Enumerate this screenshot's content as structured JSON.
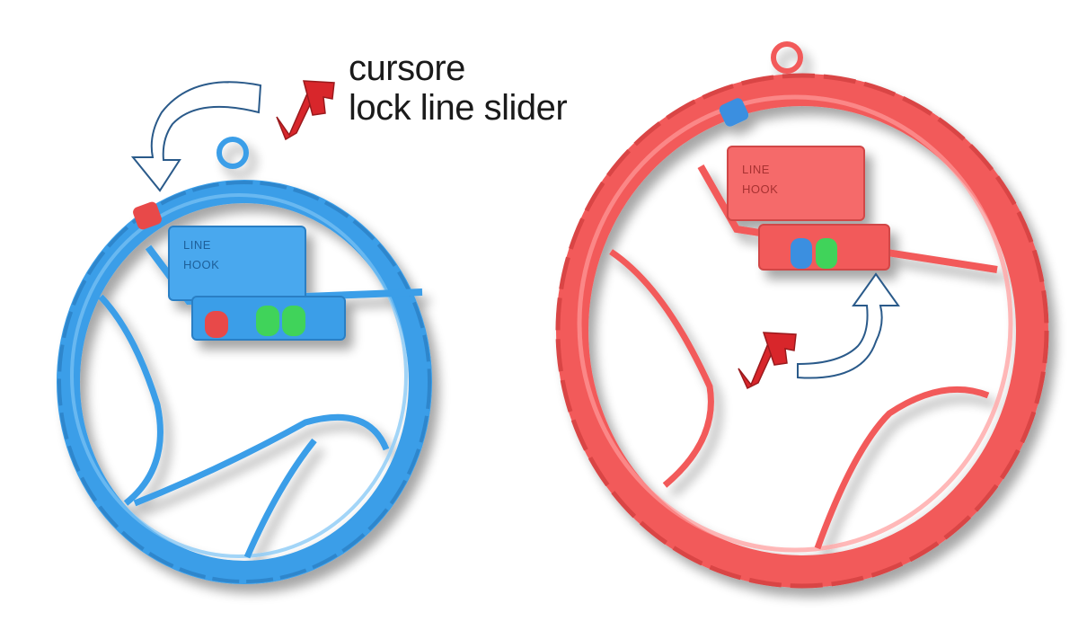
{
  "caption": {
    "line1": "cursore",
    "line2": "lock line slider"
  },
  "blue_winder": {
    "color": "#3a9ee8",
    "label_line": "LINE",
    "label_hook": "HOOK",
    "cursor_color": "#e8484a",
    "button_colors": [
      "#e8484a",
      "#3fd35a",
      "#3fd35a"
    ]
  },
  "red_winder": {
    "color": "#f25a5a",
    "label_line": "LINE",
    "label_hook": "HOOK",
    "cursor_color": "#3a8fe0",
    "button_colors": [
      "#3a8fe0",
      "#3fd35a"
    ]
  },
  "icons": [
    "rotate-ccw-arrow-icon",
    "rotate-cw-arrow-icon",
    "slider-part-icon"
  ]
}
